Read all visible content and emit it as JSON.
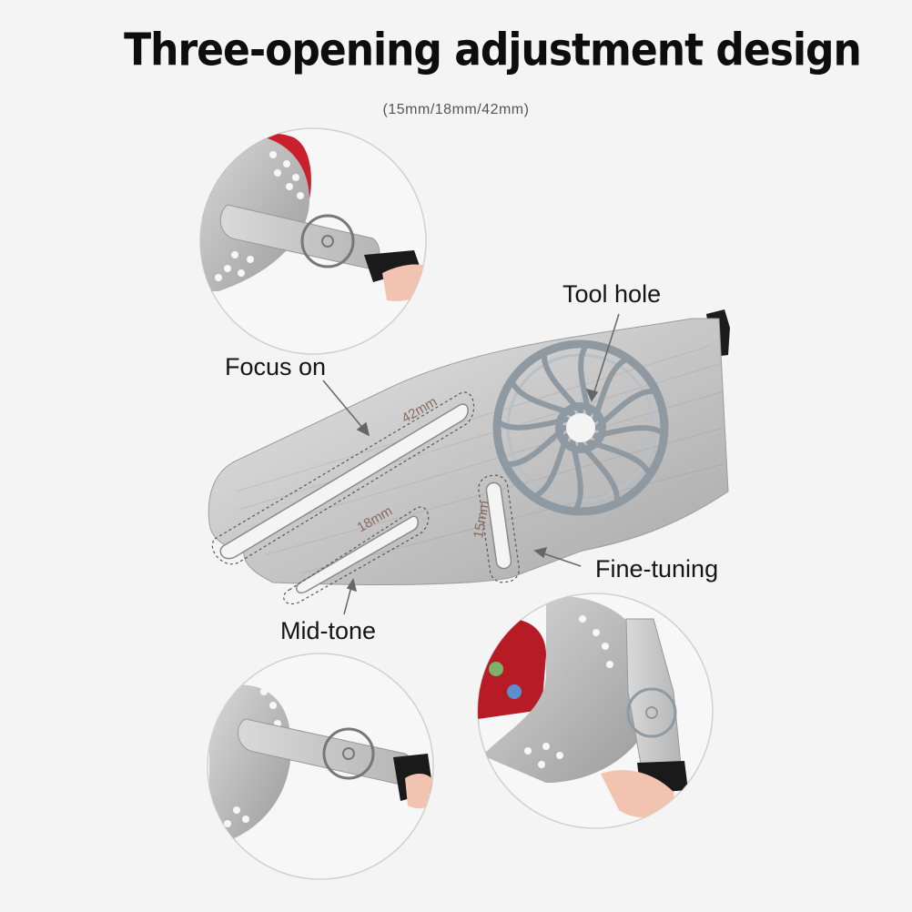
{
  "header": {
    "title": "Three-opening adjustment design",
    "subtitle": "(15mm/18mm/42mm)"
  },
  "callouts": {
    "tool_hole": "Tool hole",
    "focus_on": "Focus on",
    "fine_tuning": "Fine-tuning",
    "mid_tone": "Mid-tone"
  },
  "tool": {
    "slot_labels": {
      "large": "42mm",
      "medium": "18mm",
      "small": "15mm"
    }
  },
  "colors": {
    "background": "#f4f4f4",
    "steel": "#c9c9c9",
    "rotor": "#a8b0b6",
    "handle": "#1a1a1a",
    "caliper_red": "#c0202a"
  }
}
